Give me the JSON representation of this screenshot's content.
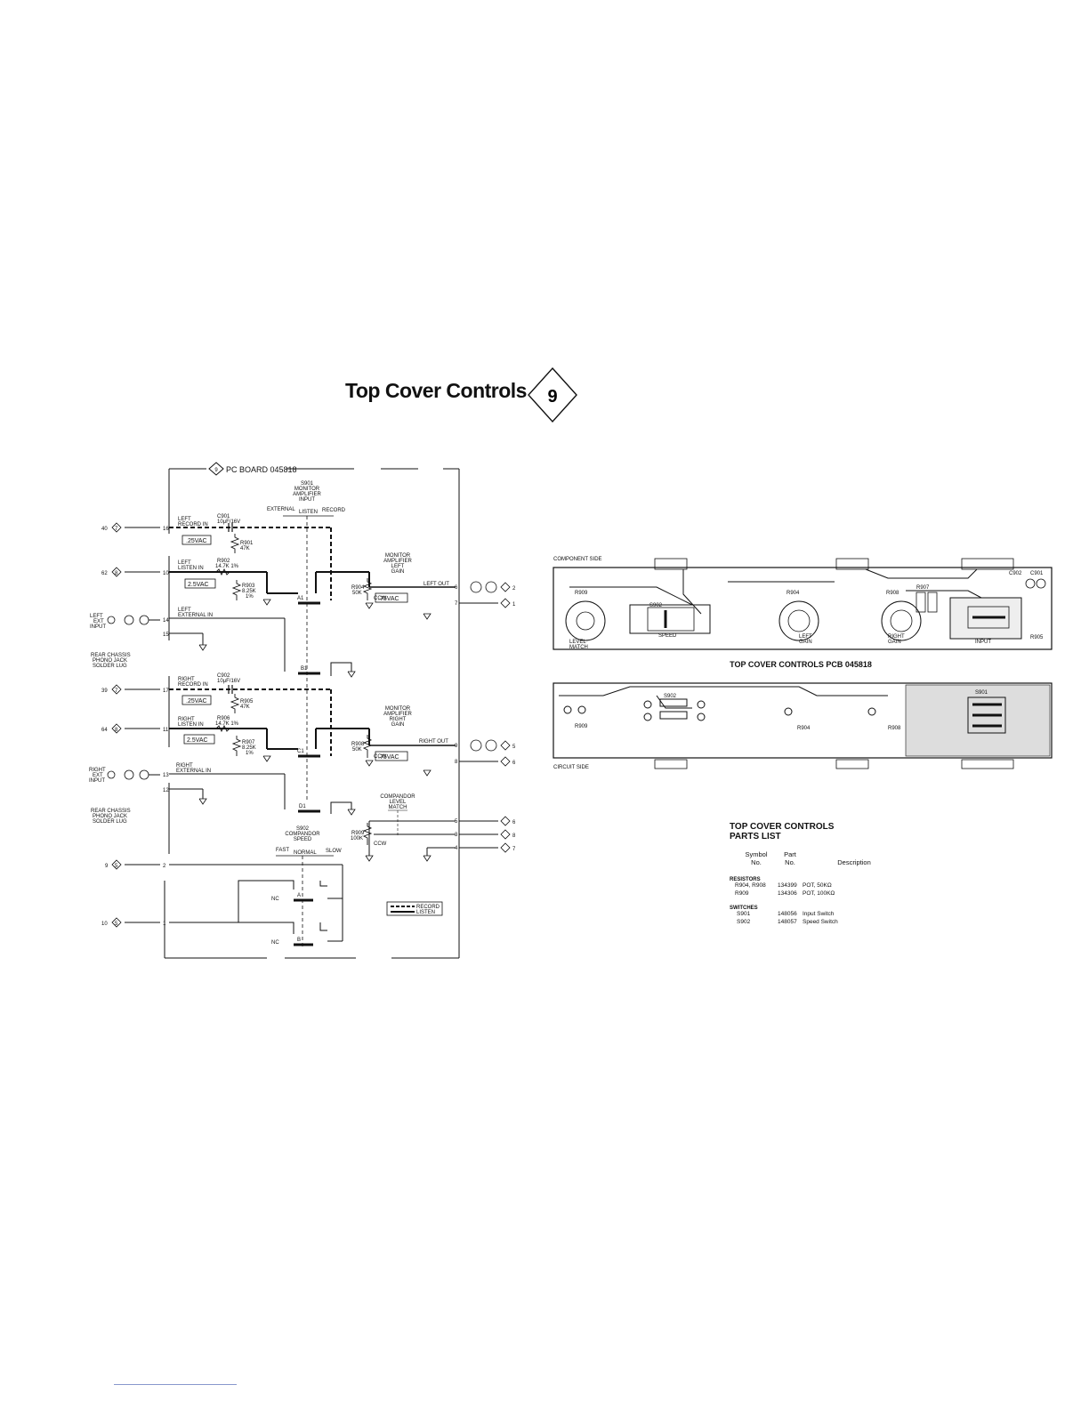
{
  "page": {
    "title": "Top Cover Controls",
    "section_number": "9"
  },
  "schematic": {
    "board_label": "PC BOARD 045818",
    "board_number": "9",
    "s901_label": "S901",
    "s901_desc": [
      "MONITOR",
      "AMPLIFIER",
      "INPUT"
    ],
    "s901_positions": [
      "EXTERNAL",
      "LISTEN",
      "RECORD"
    ],
    "s902_label": "S902",
    "s902_desc": [
      "COMPANDOR",
      "SPEED"
    ],
    "s902_positions": [
      "FAST",
      "NORMAL",
      "SLOW"
    ],
    "monitor_left": [
      "MONITOR",
      "AMPLIFIER",
      "LEFT",
      "GAIN"
    ],
    "monitor_right": [
      "MONITOR",
      "AMPLIFIER",
      "RIGHT",
      "GAIN"
    ],
    "compandor_level": [
      "COMPANDOR",
      "LEVEL",
      "MATCH"
    ],
    "left_record_in": [
      "LEFT",
      "RECORD IN"
    ],
    "left_listen_in": [
      "LEFT",
      "LISTEN IN"
    ],
    "left_external_in": [
      "LEFT",
      "EXTERNAL IN"
    ],
    "right_record_in": [
      "RIGHT",
      "RECORD IN"
    ],
    "right_listen_in": [
      "RIGHT",
      "LISTEN IN"
    ],
    "right_external_in": [
      "RIGHT",
      "EXTERNAL IN"
    ],
    "left_ext_input": [
      "LEFT",
      "EXT",
      "INPUT"
    ],
    "right_ext_input": [
      "RIGHT",
      "EXT",
      "INPUT"
    ],
    "rear_chassis": [
      "REAR CHASSIS",
      "PHONO JACK",
      "SOLDER LUG"
    ],
    "c901": [
      "C901",
      "10μF/16V"
    ],
    "c902": [
      "C902",
      "10μF/16V"
    ],
    "r901": [
      "R901",
      "47K"
    ],
    "r905": [
      "R905",
      "47K"
    ],
    "r902": [
      "R902",
      "14.7K 1%"
    ],
    "r906": [
      "R906",
      "14.7K 1%"
    ],
    "r903": [
      "R903",
      "8.25K",
      "1%"
    ],
    "r907": [
      "R907",
      "8.25K",
      "1%"
    ],
    "r904": [
      "R904",
      "50K"
    ],
    "r908": [
      "R908",
      "50K"
    ],
    "r909": [
      "R909",
      "100K"
    ],
    "ccw": "CCW",
    "left_out": "LEFT OUT",
    "right_out": "RIGHT OUT",
    "v25": ".25VAC",
    "v2_5": "2.5VAC",
    "v75": ".75VAC",
    "nc": "NC",
    "legend_record": "RECORD",
    "legend_listen": "LISTEN",
    "left_connectors": [
      "40",
      "62",
      "39",
      "64",
      "9",
      "10"
    ],
    "left_pins": [
      "16",
      "10",
      "14",
      "15",
      "17",
      "11",
      "13",
      "12",
      "2",
      "1"
    ],
    "left_conn_labels": [
      "7",
      "8",
      "7",
      "8",
      "5",
      "5"
    ],
    "right_pins": [
      "6",
      "7",
      "9",
      "8",
      "5",
      "3",
      "4"
    ],
    "right_conn_labels": [
      "2",
      "1",
      "5",
      "6",
      "6",
      "8",
      "7"
    ],
    "wafer_labels": [
      "A1",
      "B1",
      "C1",
      "D1",
      "A",
      "B"
    ]
  },
  "pcb": {
    "title": "TOP COVER CONTROLS PCB 045818",
    "component_side": "COMPONENT SIDE",
    "circuit_side": "CIRCUIT SIDE",
    "labels": {
      "level_match": [
        "LEVEL",
        "MATCH"
      ],
      "speed": "SPEED",
      "left_gain": [
        "LEFT",
        "GAIN"
      ],
      "right_gain": [
        "RIGHT",
        "GAIN"
      ],
      "input": "INPUT"
    },
    "component_refs": [
      "R909",
      "S902",
      "R904",
      "R908",
      "R907",
      "C902",
      "C901",
      "R905"
    ],
    "circuit_refs": [
      "S902",
      "S901",
      "R909",
      "R904",
      "R908"
    ]
  },
  "parts_list": {
    "title": [
      "TOP COVER CONTROLS",
      "PARTS LIST"
    ],
    "headers": {
      "symbol": [
        "Symbol",
        "No."
      ],
      "part": [
        "Part",
        "No."
      ],
      "description": "Description"
    },
    "groups": [
      {
        "name": "RESISTORS",
        "rows": [
          {
            "symbol": "R904, R908",
            "part": "134399",
            "desc": "POT, 50KΩ"
          },
          {
            "symbol": "R909",
            "part": "134306",
            "desc": "POT, 100KΩ"
          }
        ]
      },
      {
        "name": "SWITCHES",
        "rows": [
          {
            "symbol": "S901",
            "part": "148056",
            "desc": "Input Switch"
          },
          {
            "symbol": "S902",
            "part": "148057",
            "desc": "Speed Switch"
          }
        ]
      }
    ]
  }
}
